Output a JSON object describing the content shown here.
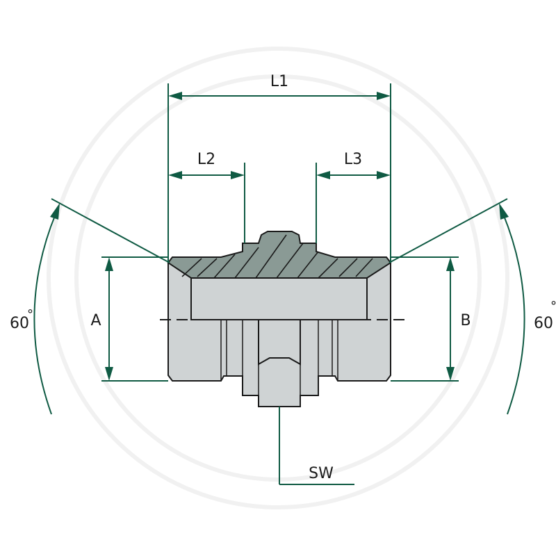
{
  "diagram": {
    "labels": {
      "L1": "L1",
      "L2": "L2",
      "L3": "L3",
      "A": "A",
      "B": "B",
      "SW": "SW",
      "angle_left": "60",
      "angle_right": "60",
      "degree": "°"
    },
    "colors": {
      "dimension": "#0f5a43",
      "body": "#cfd3d4",
      "section": "#8a9a95",
      "outline": "#1a1a1a",
      "watermark": "#f3f3f3"
    }
  }
}
